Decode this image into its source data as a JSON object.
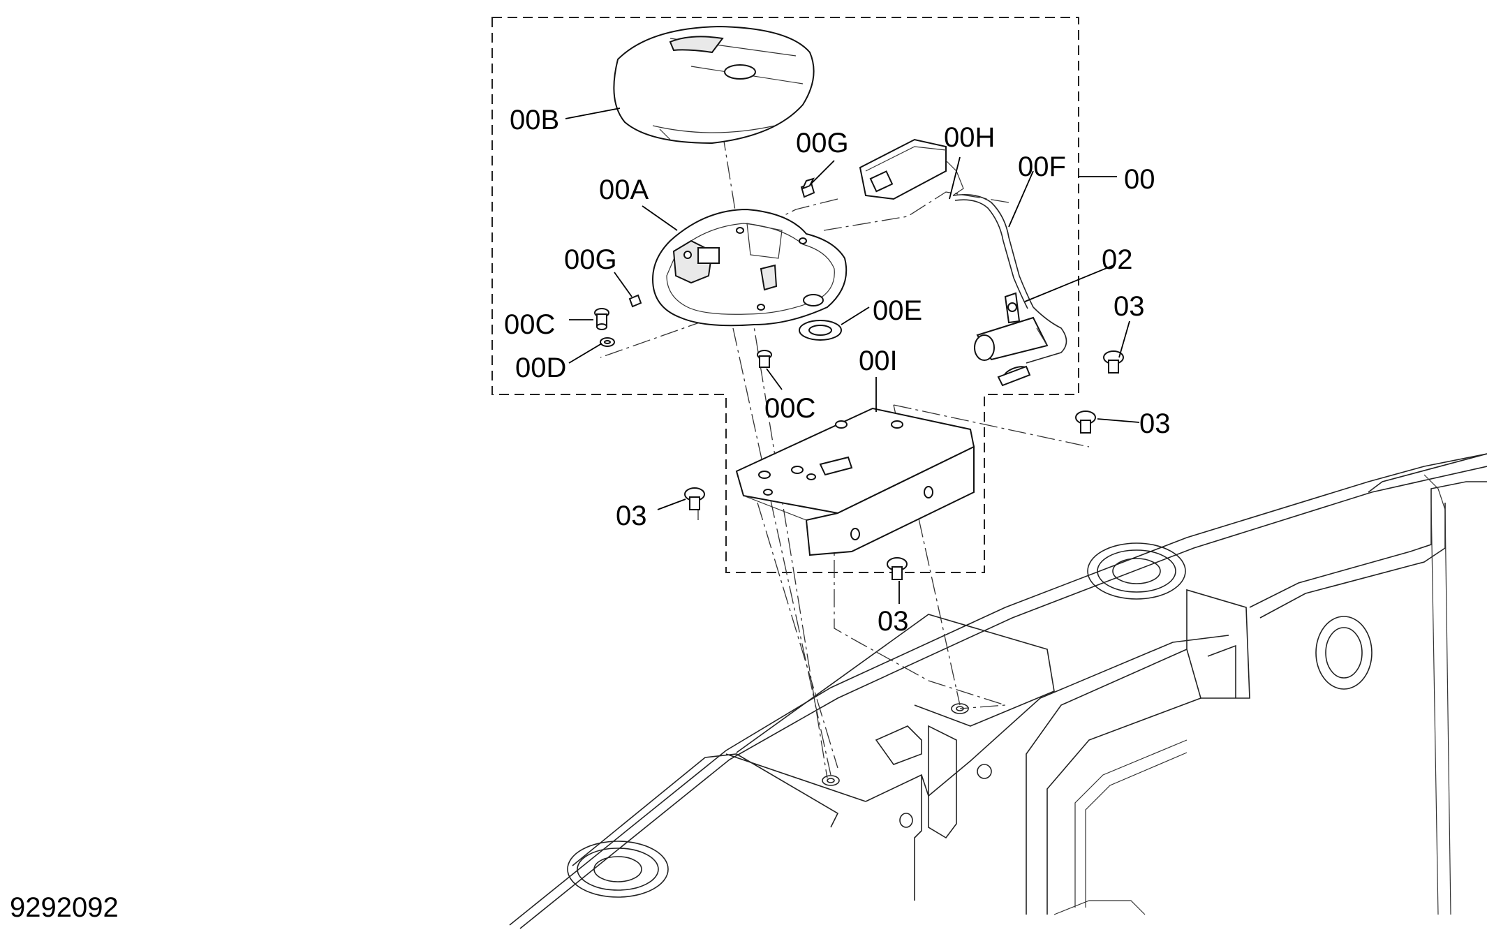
{
  "figure_id": "9292092",
  "labels": {
    "assembly": "00",
    "part_00A": "00A",
    "part_00B": "00B",
    "part_00C_left": "00C",
    "part_00C_lower": "00C",
    "part_00D": "00D",
    "part_00E": "00E",
    "part_00F": "00F",
    "part_00G_top": "00G",
    "part_00G_left": "00G",
    "part_00H": "00H",
    "part_00I": "00I",
    "part_02": "02",
    "bolt_03_right_upper": "03",
    "bolt_03_right_lower": "03",
    "bolt_03_left": "03",
    "bolt_03_bottom": "03"
  }
}
